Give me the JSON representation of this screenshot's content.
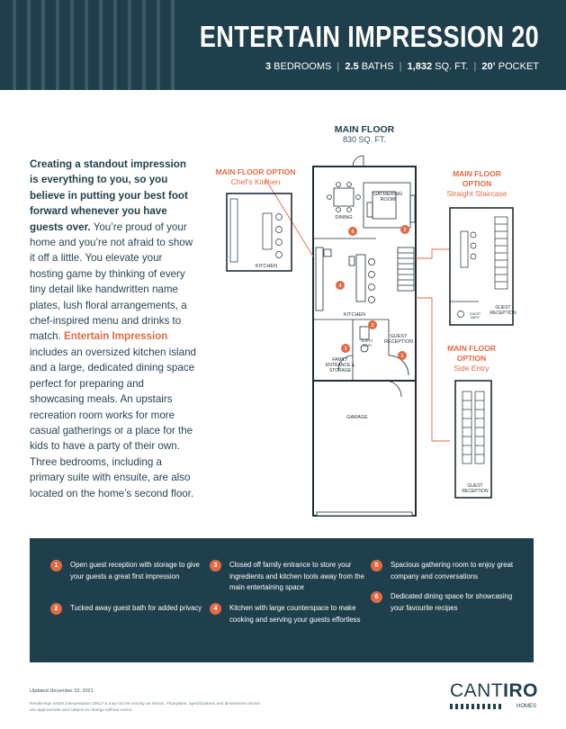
{
  "header": {
    "title": "ENTERTAIN IMPRESSION 20",
    "bedrooms_num": "3",
    "bedrooms_label": "BEDROOMS",
    "baths_num": "2.5",
    "baths_label": "BATHS",
    "sqft_num": "1,832",
    "sqft_label": "SQ. FT.",
    "pocket_num": "20’",
    "pocket_label": "POCKET"
  },
  "intro": {
    "lead": "Creating a standout impression is everything to you, so you believe in putting your best foot forward whenever you have guests over.",
    "body1": "You’re proud of your home and you’re not afraid to show it off a little. You elevate your hosting game by thinking of every tiny detail like handwritten name plates, lush floral arrangements, a chef-inspired menu and drinks to match.",
    "highlight": "Entertain Impression",
    "body2": "includes an oversized kitchen island and a large, dedicated dining space perfect for preparing and showcasing meals. An upstairs recreation room works for more casual gatherings or a place for the kids to have a party of their own. Three bedrooms, including a primary suite with ensuite, are also located on the home’s second floor."
  },
  "plan": {
    "title": "MAIN FLOOR",
    "sqft": "830 SQ. FT.",
    "rooms": {
      "dining": "DINING",
      "gathering": "GATHERING ROOM",
      "kitchen": "KITCHEN",
      "guest_reception": "GUEST RECEPTION",
      "guest_bath": "GUEST BATH",
      "family_entrance": "FAMILY ENTRANCE & STORAGE",
      "garage": "GARAGE"
    },
    "markers": [
      "1",
      "2",
      "3",
      "4",
      "5",
      "6"
    ]
  },
  "options": {
    "chefs_kitchen": {
      "title": "MAIN FLOOR OPTION",
      "subtitle": "Chef’s Kitchen",
      "room": "KITCHEN"
    },
    "straight_staircase": {
      "title": "MAIN FLOOR OPTION",
      "subtitle": "Straight Staircase",
      "room": "GUEST RECEPTION",
      "bath": "GUEST BATH"
    },
    "side_entry": {
      "title_line1": "MAIN FLOOR",
      "title_line2": "OPTION",
      "subtitle": "Side Entry",
      "room": "GUEST RECEPTION"
    }
  },
  "features": [
    {
      "num": "1",
      "text": "Open guest reception with storage to give your guests a great first impression"
    },
    {
      "num": "2",
      "text": "Tucked away guest bath for added privacy"
    },
    {
      "num": "3",
      "text": "Closed off family entrance to store your ingredients and kitchen tools away from the main entertaining space"
    },
    {
      "num": "4",
      "text": "Kitchen with large counterspace to make cooking and serving your guests effortless"
    },
    {
      "num": "5",
      "text": "Spacious gathering room to enjoy great company and conversations"
    },
    {
      "num": "6",
      "text": "Dedicated dining space for showcasing your favourite recipes"
    }
  ],
  "footer": {
    "updated": "Updated December 23, 2021",
    "disclaimer": "Renderings artists interpretation ONLY & may not be exactly as shown. Floorplans, specifications and dimensions shown are approximate and subject to change without notice.",
    "brand_light": "CANT",
    "brand_bold": "IRO",
    "homes": "HOMES"
  },
  "colors": {
    "navy": "#1f3f4c",
    "accent": "#e36a45",
    "white": "#ffffff"
  }
}
